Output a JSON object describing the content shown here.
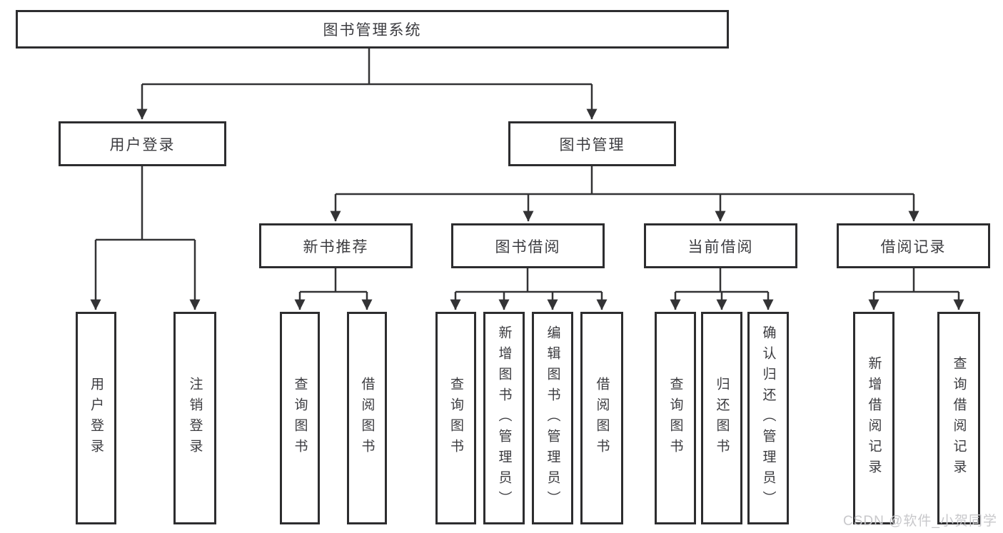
{
  "diagram": {
    "root": {
      "label": "图书管理系统"
    },
    "level2": [
      {
        "label": "用户登录"
      },
      {
        "label": "图书管理"
      }
    ],
    "level3": [
      {
        "label": "新书推荐"
      },
      {
        "label": "图书借阅"
      },
      {
        "label": "当前借阅"
      },
      {
        "label": "借阅记录"
      }
    ],
    "leaves": [
      {
        "label": "用户登录"
      },
      {
        "label": "注销登录"
      },
      {
        "label": "查询图书"
      },
      {
        "label": "借阅图书"
      },
      {
        "label": "查询图书"
      },
      {
        "label": "新增图书（管理员）"
      },
      {
        "label": "编辑图书（管理员）"
      },
      {
        "label": "借阅图书"
      },
      {
        "label": "查询图书"
      },
      {
        "label": "归还图书"
      },
      {
        "label": "确认归还（管理员）"
      },
      {
        "label": "新增借阅记录"
      },
      {
        "label": "查询借阅记录"
      }
    ],
    "colors": {
      "line": "#333335",
      "box_border": "#2d2d2f",
      "text": "#3c3c40",
      "background": "#ffffff",
      "watermark": "#c8c8cb"
    }
  },
  "watermark": {
    "text": "CSDN @软件_小贺同学"
  }
}
